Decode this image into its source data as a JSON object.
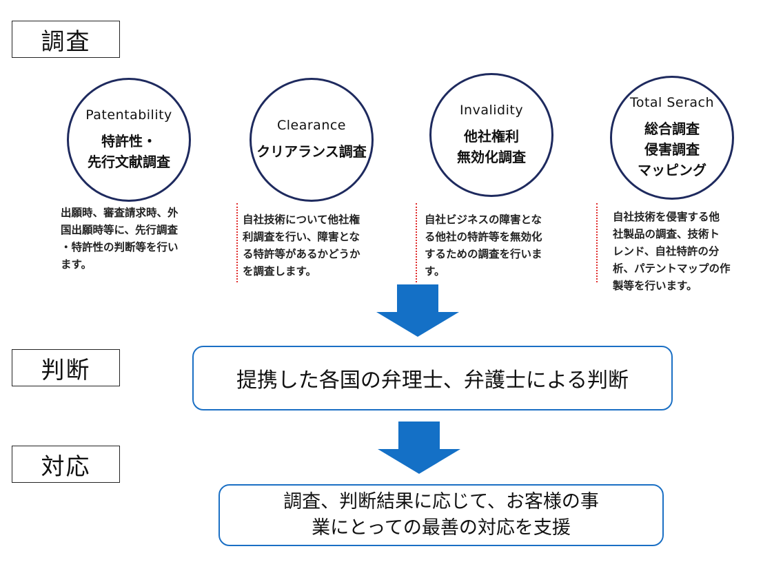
{
  "stages": {
    "investigation": "調査",
    "judgment": "判断",
    "response": "対応"
  },
  "search_types": [
    {
      "en": "Patentability",
      "jp": "特許性・\n先行文献調査",
      "desc": "出願時、審査請求時、外\n国出願時等に、先行調査\n・特許性の判断等を行い\nます。"
    },
    {
      "en": "Clearance",
      "jp": "クリアランス調査",
      "desc": "自社技術について他社権\n利調査を行い、障害とな\nる特許等があるかどうか\nを調査します。"
    },
    {
      "en": "Invalidity",
      "jp": "他社権利\n無効化調査",
      "desc": "自社ビジネスの障害とな\nる他社の特許等を無効化\nするための調査を行いま\nす。"
    },
    {
      "en": "Total Serach",
      "jp": "総合調査\n侵害調査\nマッピング",
      "desc": "自社技術を侵害する他\n社製品の調査、技術ト\nレンド、自社特許の分\n析、パテントマップの作\n製等を行います。"
    }
  ],
  "judgment_box": "提携した各国の弁理士、弁護士による判断",
  "response_box": "調査、判断結果に応じて、お客様の事\n業にとっての最善の対応を支援",
  "colors": {
    "circle_border": "#1e2a5e",
    "arrow": "#1470c6",
    "box_border": "#1a6fc4",
    "divider": "#e02a2a"
  }
}
